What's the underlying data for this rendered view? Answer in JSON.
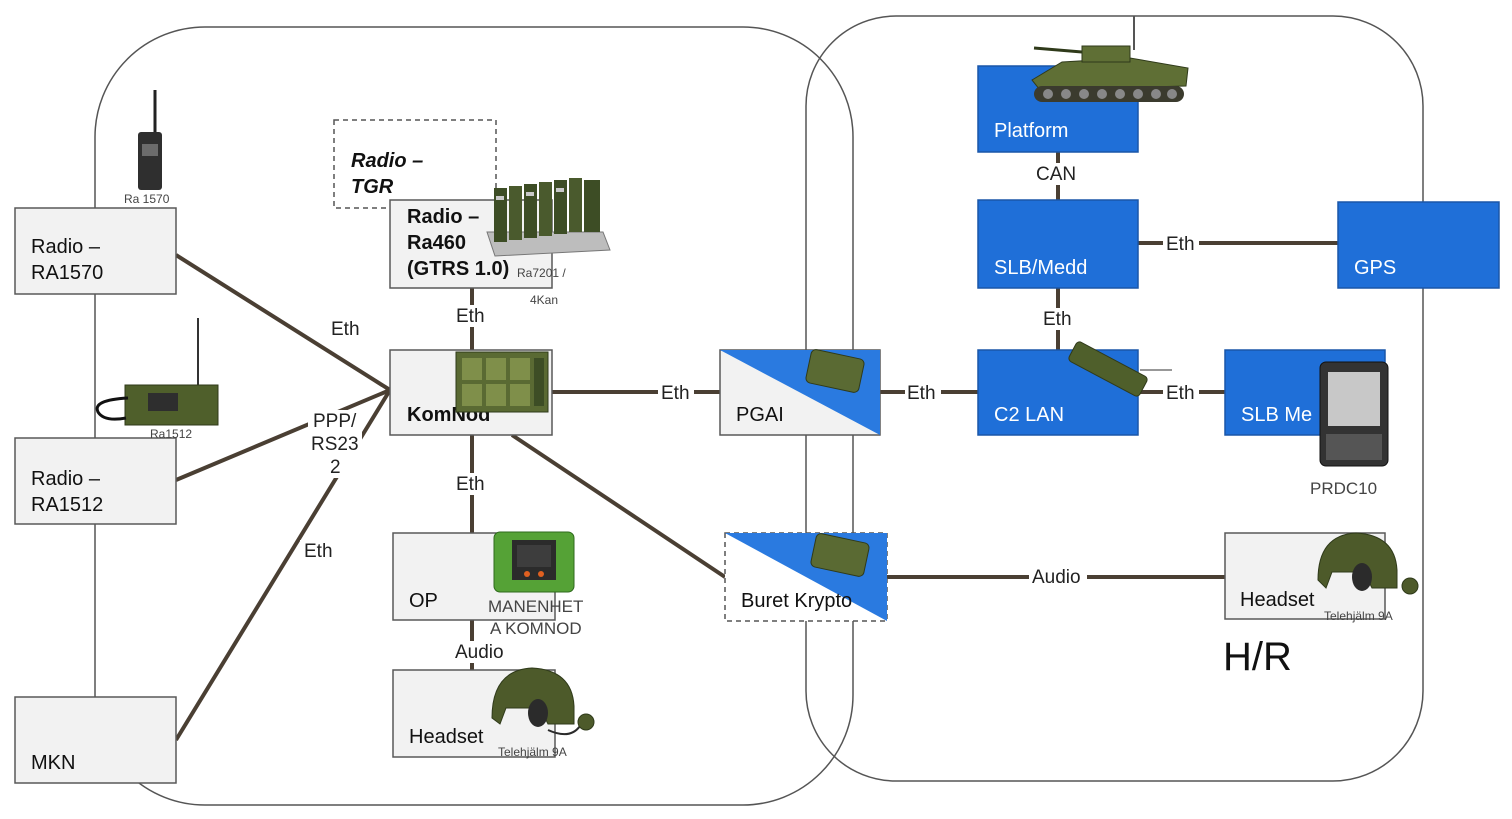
{
  "zones": {
    "right_label": "H/R"
  },
  "nodes": {
    "radio_ra1570": {
      "line1": "Radio –",
      "line2": "RA1570"
    },
    "radio_ra1512": {
      "line1": "Radio –",
      "line2": "RA1512"
    },
    "mkn": {
      "label": "MKN"
    },
    "radio_tgr": {
      "line1": "Radio –",
      "line2": "TGR"
    },
    "radio_ra460": {
      "line1": "Radio –",
      "line2": "Ra460",
      "line3": "(GTRS 1.0)"
    },
    "komnod": {
      "label": "KomNod"
    },
    "op": {
      "label": "OP"
    },
    "headset_left": {
      "label": "Headset"
    },
    "pgai": {
      "label": "PGAI"
    },
    "buret_krypto": {
      "label": "Buret Krypto"
    },
    "platform": {
      "label": "Platform"
    },
    "slb_medd": {
      "label": "SLB/Medd"
    },
    "gps": {
      "label": "GPS"
    },
    "c2_lan": {
      "label": "C2 LAN"
    },
    "slb_me": {
      "label": "SLB Me"
    },
    "headset_right": {
      "label": "Headset"
    }
  },
  "device_captions": {
    "ra1570": "Ra 1570",
    "ra1512": "Ra1512",
    "ra7201_line1": "Ra7201 /",
    "ra7201_line2": "4Kan",
    "manenhet_line1": "MANENHET",
    "manenhet_line2": "A KOMNOD",
    "telehjalm_left": "Telehjälm 9A",
    "telehjalm_right": "Telehjälm 9A",
    "prdc10": "PRDC10"
  },
  "link_labels": {
    "eth_ra1570": "Eth",
    "ppp_line1": "PPP/",
    "ppp_line2": "RS23",
    "ppp_line3": "2",
    "eth_mkn": "Eth",
    "eth_ra460": "Eth",
    "eth_op": "Eth",
    "audio_op": "Audio",
    "eth_komnod_pgai": "Eth",
    "eth_pgai_c2": "Eth",
    "can": "CAN",
    "eth_slb_gps": "Eth",
    "eth_slb_c2": "Eth",
    "eth_c2_slbme": "Eth",
    "audio_krypto": "Audio"
  },
  "colors": {
    "blue_box": "#1f6fd8",
    "grey_box": "#f2f2f2",
    "connector": "#4a3f33",
    "military_green": "#4d5a2a"
  }
}
